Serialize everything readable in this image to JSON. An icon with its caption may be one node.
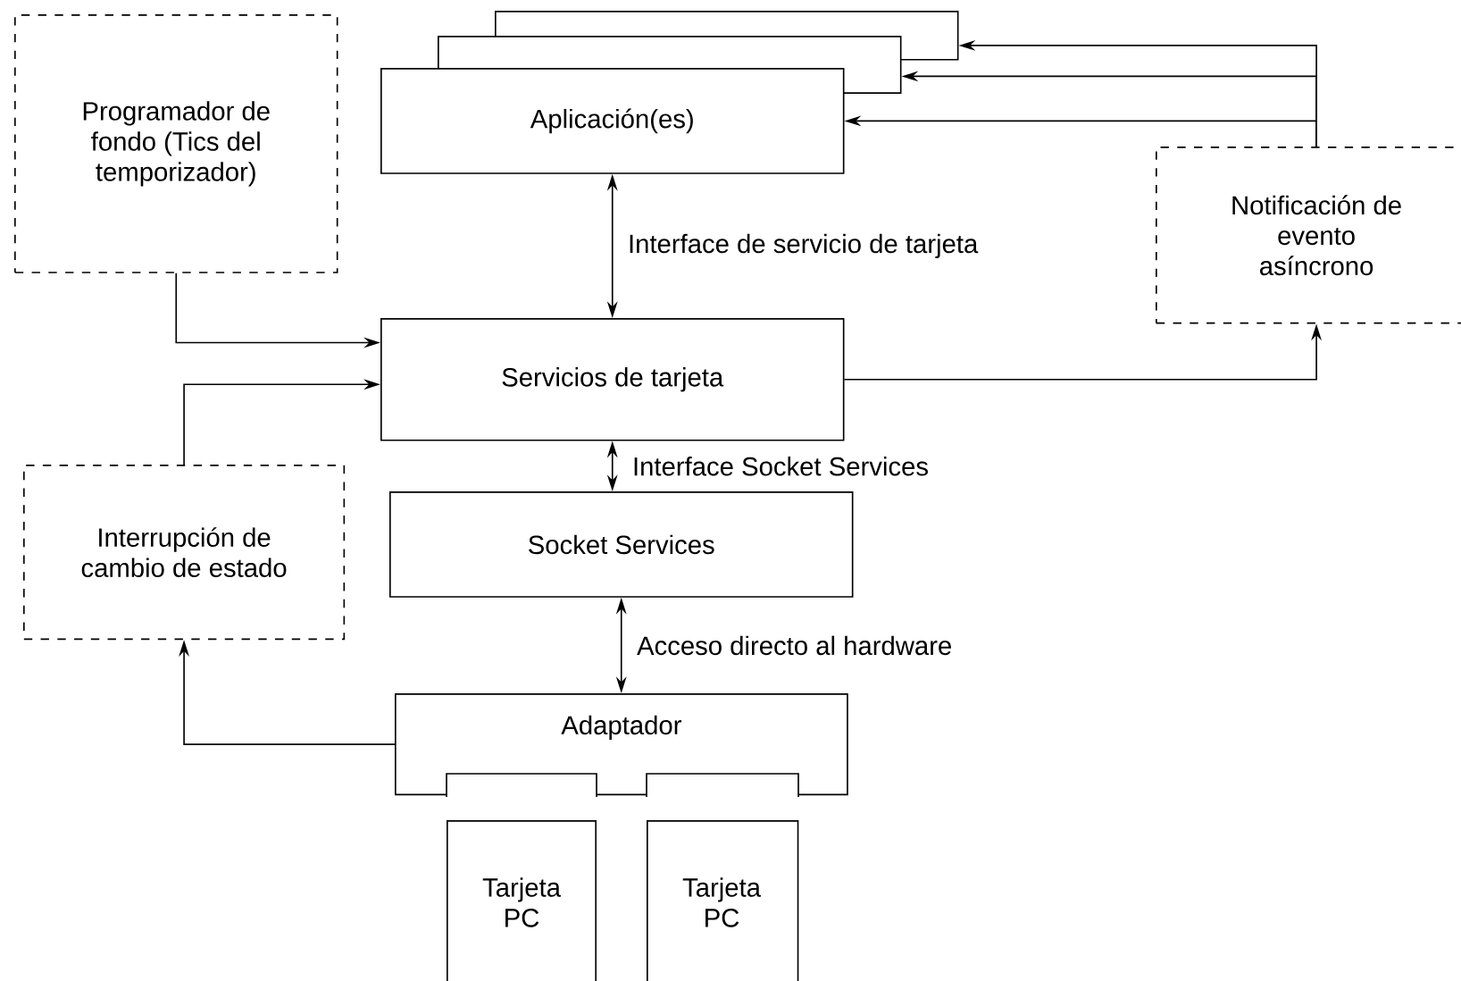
{
  "diagram": {
    "nodes": [
      {
        "text": [
          "Programador de fondo (Tics del temporizador)"
        ]
      },
      {
        "text": [
          "Aplicación(es)"
        ]
      },
      {
        "text": [],
        "shape": "box"
      },
      {
        "text": [],
        "shape": "box"
      },
      {
        "text": [
          "Notificación de evento asíncrono"
        ]
      },
      {
        "text": [
          "Servicios de tarjeta"
        ]
      },
      {
        "text": [
          "Socket Services"
        ]
      },
      {
        "text": [
          "Interrupción de cambio de estado"
        ]
      },
      {
        "text": [
          "Adaptador"
        ]
      },
      {
        "text": [
          "Tarjeta PC"
        ]
      },
      {
        "text": [
          "Tarjeta PC"
        ]
      }
    ],
    "edges": [
      {
        "from": 0,
        "to": 5,
        "arrow": "to"
      },
      {
        "from": 7,
        "to": 5,
        "arrow": "to"
      },
      {
        "from": 1,
        "to": 5,
        "arrow": "both",
        "label": "Interface de servicio de tarjeta"
      },
      {
        "from": 5,
        "to": 4,
        "arrow": "to"
      },
      {
        "from": 4,
        "to": 3,
        "arrow": "to"
      },
      {
        "from": 4,
        "to": 2,
        "arrow": "to"
      },
      {
        "from": 4,
        "to": 1,
        "arrow": "to"
      },
      {
        "from": 5,
        "to": 6,
        "arrow": "both",
        "label": "Interface Socket Services"
      },
      {
        "from": 6,
        "to": 8,
        "arrow": "both",
        "label": "Acceso directo al hardware"
      },
      {
        "from": 8,
        "to": 7,
        "arrow": "to"
      }
    ]
  }
}
